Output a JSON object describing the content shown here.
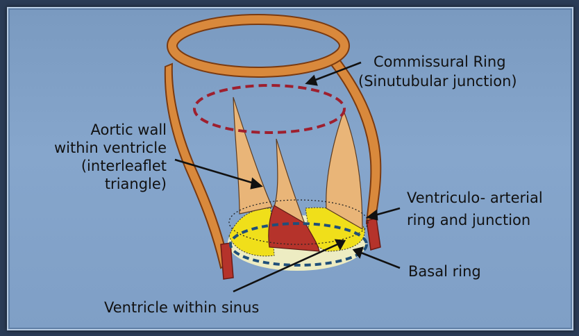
{
  "labels": {
    "commissural_line1": "Commissural Ring",
    "commissural_line2": "(Sinutubular junction)",
    "aortic_line1": "Aortic wall",
    "aortic_line2": "within ventricle",
    "aortic_line3": "(interleaflet",
    "aortic_line4": "triangle)",
    "va_line1": "Ventriculo- arterial",
    "va_line2": "ring and junction",
    "basal": "Basal ring",
    "ventricle_sinus": "Ventricle within sinus"
  },
  "colors": {
    "aorta_wall": "#d9893c",
    "leaflet": "#e9b578",
    "triangle": "#b5332b",
    "sinus": "#f0df1a",
    "ring_dashed_red": "#9e1f2e",
    "ring_dashed_blue": "#1f4f7a",
    "background": "#86a6cc"
  }
}
